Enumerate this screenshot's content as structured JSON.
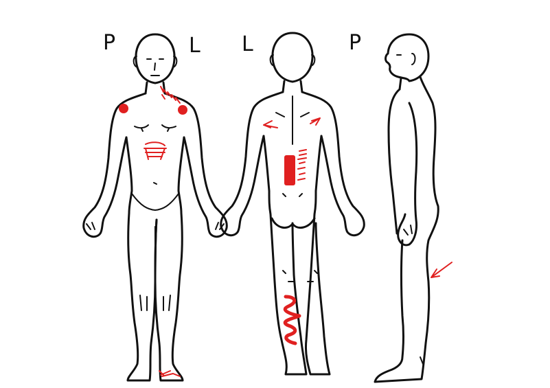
{
  "labels": {
    "front_right": "P",
    "front_left": "L",
    "back_left": "L",
    "back_right": "P"
  },
  "figures": [
    "front-view",
    "back-view",
    "side-view"
  ],
  "marking_color": "#e02020",
  "outline_color": "#111111"
}
